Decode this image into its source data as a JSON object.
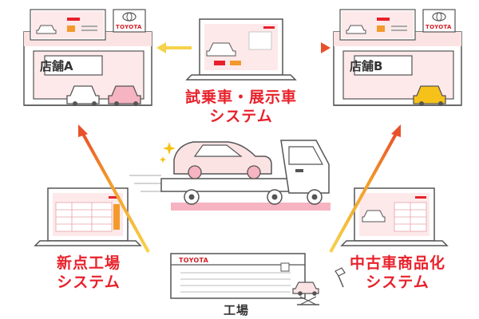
{
  "store_a": {
    "sign": "店舗A",
    "logo": "TOYOTA"
  },
  "store_b": {
    "sign": "店舗B",
    "logo": "TOYOTA"
  },
  "test_drive_system": {
    "line1": "試乗車・展示車",
    "line2": "システム"
  },
  "new_factory_system": {
    "line1": "新点工場",
    "line2": "システム"
  },
  "used_car_system": {
    "line1": "中古車商品化",
    "line2": "システム"
  },
  "factory": {
    "label": "工場",
    "logo": "TOYOTA"
  },
  "colors": {
    "accent_red": "#e8212b",
    "outline": "#555555",
    "pink": "#fbe3e4",
    "orange": "#f39a2b",
    "yellow": "#f6d24a"
  }
}
